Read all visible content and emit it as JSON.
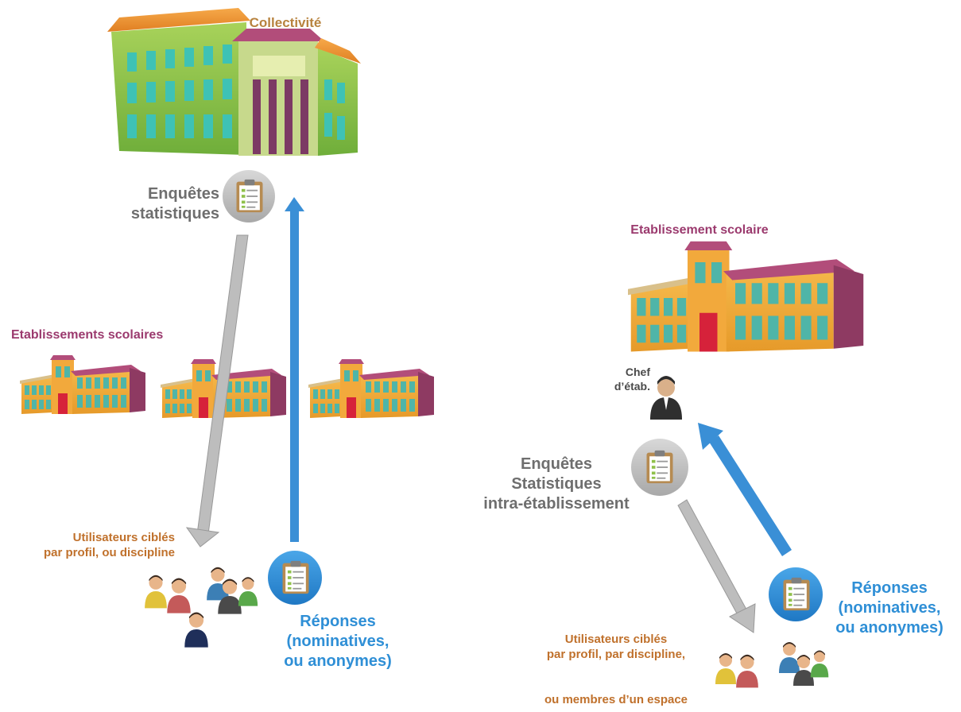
{
  "left": {
    "top_title": "Collectivité",
    "survey_label_line1": "Enquêtes",
    "survey_label_line2": "statistiques",
    "schools_label": "Etablissements scolaires",
    "users_label_line1": "Utilisateurs ciblés",
    "users_label_line2": "par profil, ou discipline",
    "responses_line1": "Réponses",
    "responses_line2": "(nominatives,",
    "responses_line3": "ou anonymes)"
  },
  "right": {
    "school_title": "Etablissement scolaire",
    "chef_line1": "Chef",
    "chef_line2": "d’étab.",
    "survey_line1": "Enquêtes",
    "survey_line2": "Statistiques",
    "survey_line3": "intra-établissement",
    "responses_line1": "Réponses",
    "responses_line2": "(nominatives,",
    "responses_line3": "ou anonymes)",
    "users_line1": "Utilisateurs ciblés",
    "users_line2": "par profil, par discipline,",
    "users_line3": "ou membres d’un espace"
  },
  "colors": {
    "request_arrow": "#bdbdbd",
    "response_arrow": "#3a8fd6",
    "purple_label": "#9b3a6e",
    "gold_label": "#b8833f",
    "orange_label": "#c0712c",
    "blue_label": "#2f8fd6",
    "grey_label": "#6e6e6e"
  },
  "icons": [
    "city-hall-icon",
    "school-building-icon",
    "clipboard-icon",
    "user-group-icon",
    "principal-icon"
  ]
}
